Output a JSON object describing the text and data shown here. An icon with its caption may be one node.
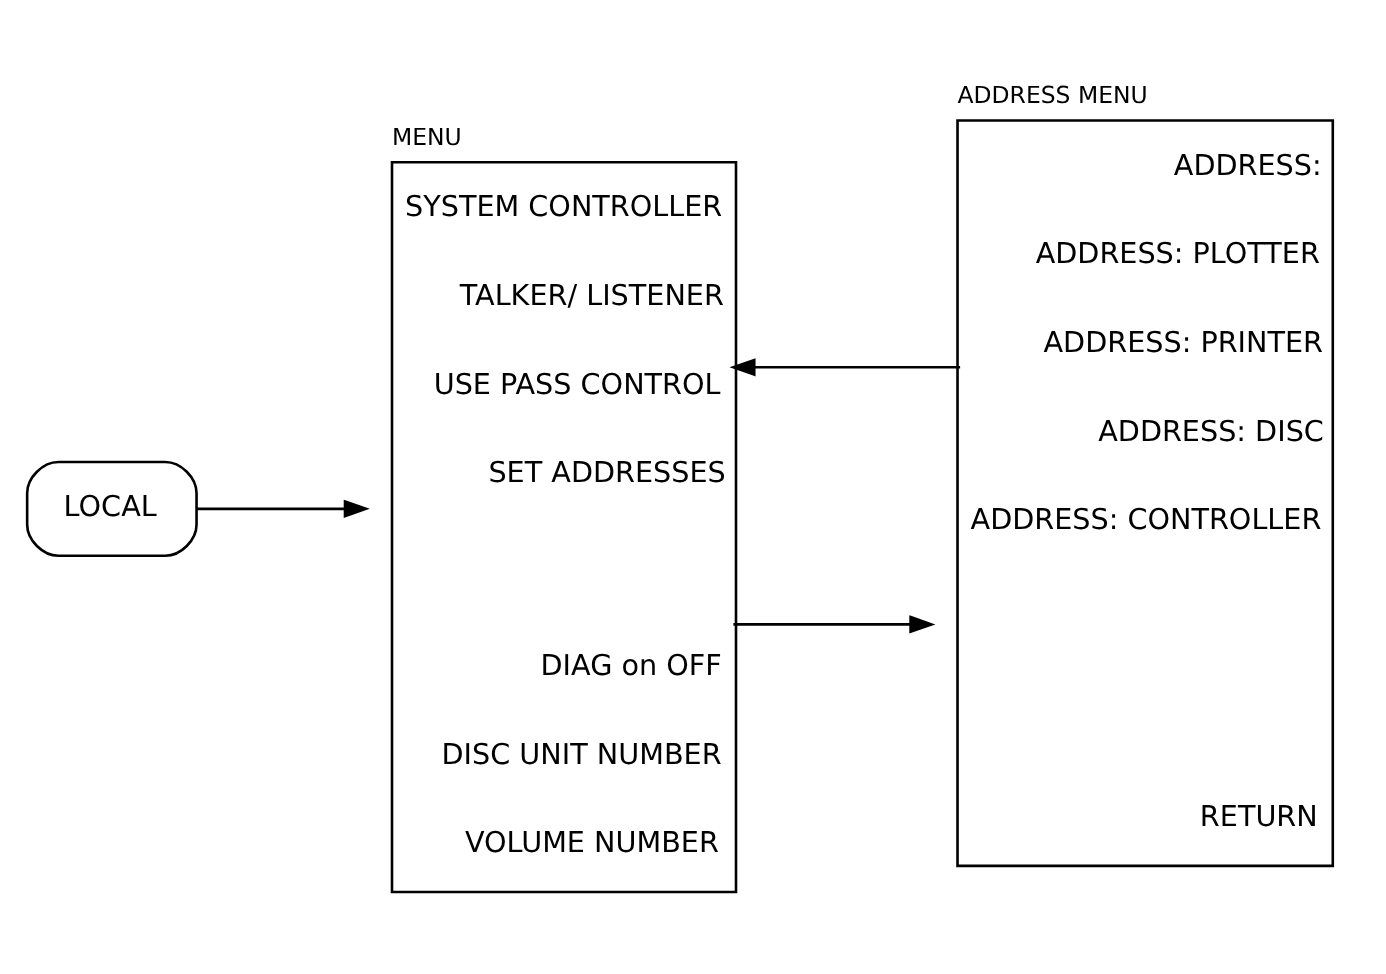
{
  "diagram": {
    "nodes": [
      {
        "text": [
          "LOCAL"
        ]
      },
      {
        "text": [
          "MENU",
          "SYSTEM CONTROLLER",
          "TALKER/ LISTENER",
          "USE PASS CONTROL",
          "SET ADDRESSES",
          "DIAG on OFF",
          "DISC UNIT NUMBER",
          "VOLUME NUMBER"
        ]
      },
      {
        "text": [
          "ADDRESS MENU",
          "ADDRESS:",
          "ADDRESS: PLOTTER",
          "ADDRESS: PRINTER",
          "ADDRESS: DISC",
          "ADDRESS: CONTROLLER",
          "RETURN"
        ]
      }
    ],
    "edges": [
      {
        "from": 0,
        "to": 1,
        "arrow": "to"
      },
      {
        "from": 1,
        "to": 2,
        "arrow": "to"
      },
      {
        "from": 2,
        "to": 1,
        "arrow": "to"
      }
    ]
  }
}
